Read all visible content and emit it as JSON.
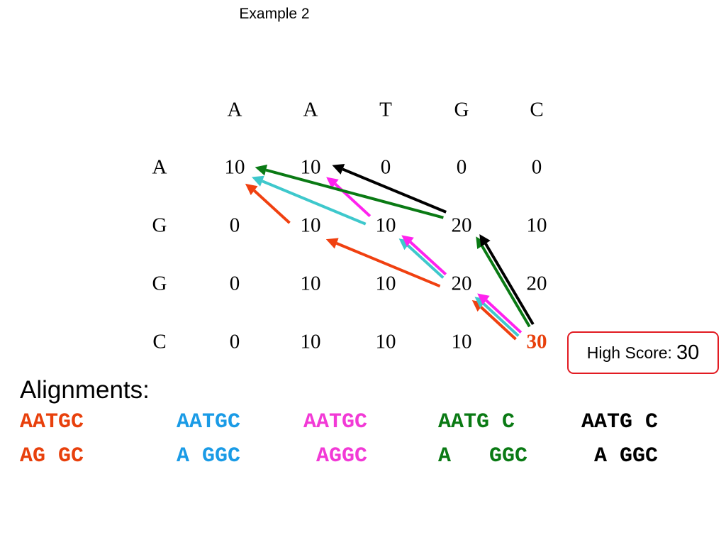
{
  "title": "Example 2",
  "matrix": {
    "col_headers": [
      "A",
      "A",
      "T",
      "G",
      "C"
    ],
    "row_headers": [
      "A",
      "G",
      "G",
      "C"
    ],
    "cells": [
      [
        "10",
        "10",
        "0",
        "0",
        "0"
      ],
      [
        "0",
        "10",
        "10",
        "20",
        "10"
      ],
      [
        "0",
        "10",
        "10",
        "20",
        "20"
      ],
      [
        "0",
        "10",
        "10",
        "10",
        "30"
      ]
    ],
    "highlight": {
      "row": 3,
      "col": 4,
      "color": "#e8400c"
    }
  },
  "traceback_arrows": [
    {
      "color": "#f04010",
      "from": [
        3,
        4
      ],
      "to": [
        2,
        3
      ]
    },
    {
      "color": "#f04010",
      "from": [
        2,
        3
      ],
      "to": [
        1,
        1
      ]
    },
    {
      "color": "#f04010",
      "from": [
        1,
        1
      ],
      "to": [
        0,
        0
      ]
    },
    {
      "color": "#3ec8cc",
      "from": [
        3,
        4
      ],
      "to": [
        2,
        3
      ]
    },
    {
      "color": "#3ec8cc",
      "from": [
        2,
        3
      ],
      "to": [
        1,
        2
      ]
    },
    {
      "color": "#3ec8cc",
      "from": [
        1,
        2
      ],
      "to": [
        0,
        0
      ]
    },
    {
      "color": "#ff22ee",
      "from": [
        3,
        4
      ],
      "to": [
        2,
        3
      ]
    },
    {
      "color": "#ff22ee",
      "from": [
        2,
        3
      ],
      "to": [
        1,
        2
      ]
    },
    {
      "color": "#ff22ee",
      "from": [
        1,
        2
      ],
      "to": [
        0,
        1
      ]
    },
    {
      "color": "#0a7a14",
      "from": [
        3,
        4
      ],
      "to": [
        1,
        3
      ]
    },
    {
      "color": "#0a7a14",
      "from": [
        1,
        3
      ],
      "to": [
        0,
        0
      ]
    },
    {
      "color": "#000000",
      "from": [
        3,
        4
      ],
      "to": [
        1,
        3
      ]
    },
    {
      "color": "#000000",
      "from": [
        1,
        3
      ],
      "to": [
        0,
        1
      ]
    }
  ],
  "high_score": {
    "label": "High Score:",
    "value": "30",
    "border_color": "#e21b22"
  },
  "alignments_heading": "Alignments:",
  "alignments": [
    {
      "top": "AATGC",
      "bottom": "AG GC",
      "color": "#e8400c"
    },
    {
      "top": "AATGC",
      "bottom": "A GGC",
      "color": "#1a9be6"
    },
    {
      "top": "AATGC",
      "bottom": " AGGC",
      "color": "#f23ad6"
    },
    {
      "top": "AATG C",
      "bottom": "A   GGC",
      "color": "#0a7a14"
    },
    {
      "top": "AATG C",
      "bottom": " A GGC",
      "color": "#000000"
    }
  ]
}
